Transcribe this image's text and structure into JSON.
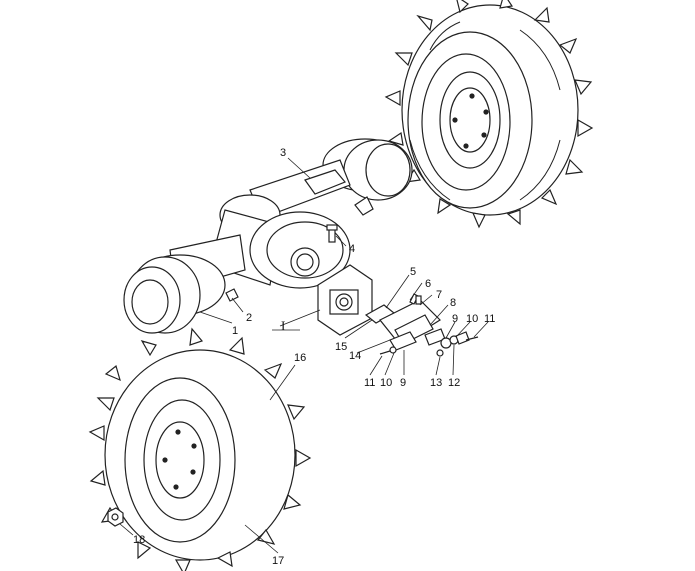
{
  "callouts": [
    {
      "id": "c1",
      "label": "1"
    },
    {
      "id": "c2",
      "label": "2"
    },
    {
      "id": "c3",
      "label": "3"
    },
    {
      "id": "c4",
      "label": "4"
    },
    {
      "id": "c5",
      "label": "5"
    },
    {
      "id": "c6",
      "label": "6"
    },
    {
      "id": "c7",
      "label": "7"
    },
    {
      "id": "c8",
      "label": "8"
    },
    {
      "id": "c9a",
      "label": "9"
    },
    {
      "id": "c10a",
      "label": "10"
    },
    {
      "id": "c11a",
      "label": "11"
    },
    {
      "id": "c14",
      "label": "14"
    },
    {
      "id": "c15",
      "label": "15"
    },
    {
      "id": "c11b",
      "label": "11"
    },
    {
      "id": "c10b",
      "label": "10"
    },
    {
      "id": "c9b",
      "label": "9"
    },
    {
      "id": "c13",
      "label": "13"
    },
    {
      "id": "c12",
      "label": "12"
    },
    {
      "id": "c16",
      "label": "16"
    },
    {
      "id": "c17",
      "label": "17"
    },
    {
      "id": "c18",
      "label": "18"
    }
  ],
  "view_marker": "I"
}
